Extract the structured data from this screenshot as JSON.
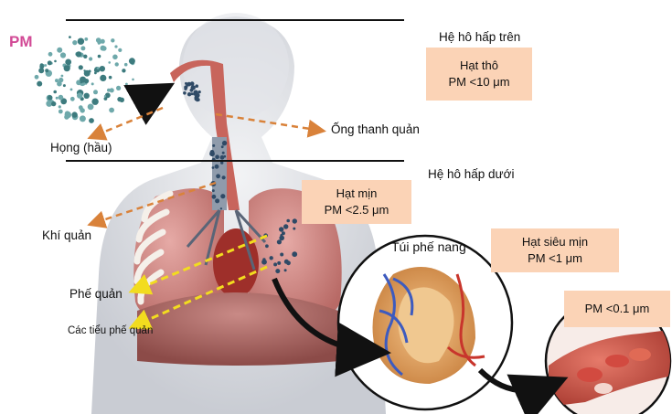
{
  "pm_label": "PM",
  "regions": {
    "upper": "Hệ hô hấp trên",
    "lower": "Hệ hô hấp dưới"
  },
  "anatomy": {
    "throat": "Họng (hầu)",
    "larynx": "Ống thanh quản",
    "trachea": "Khí quản",
    "bronchi": "Phế quản",
    "bronchioles": "Các tiểu phế quản",
    "alveolar_sac": "Túi phế nang"
  },
  "particles": {
    "coarse": {
      "name": "Hạt thô",
      "size": "PM <10 μm"
    },
    "fine": {
      "name": "Hạt mịn",
      "size": "PM <2.5 μm"
    },
    "ultrafine": {
      "name": "Hạt siêu mịn",
      "size": "PM <1 μm"
    },
    "nano": {
      "size": "PM <0.1 μm"
    }
  },
  "colors": {
    "box_fill": "#fbd3b6",
    "pm_text": "#d24a96",
    "arrow_orange": "#d9823a",
    "arrow_yellow": "#f2dc1f"
  }
}
